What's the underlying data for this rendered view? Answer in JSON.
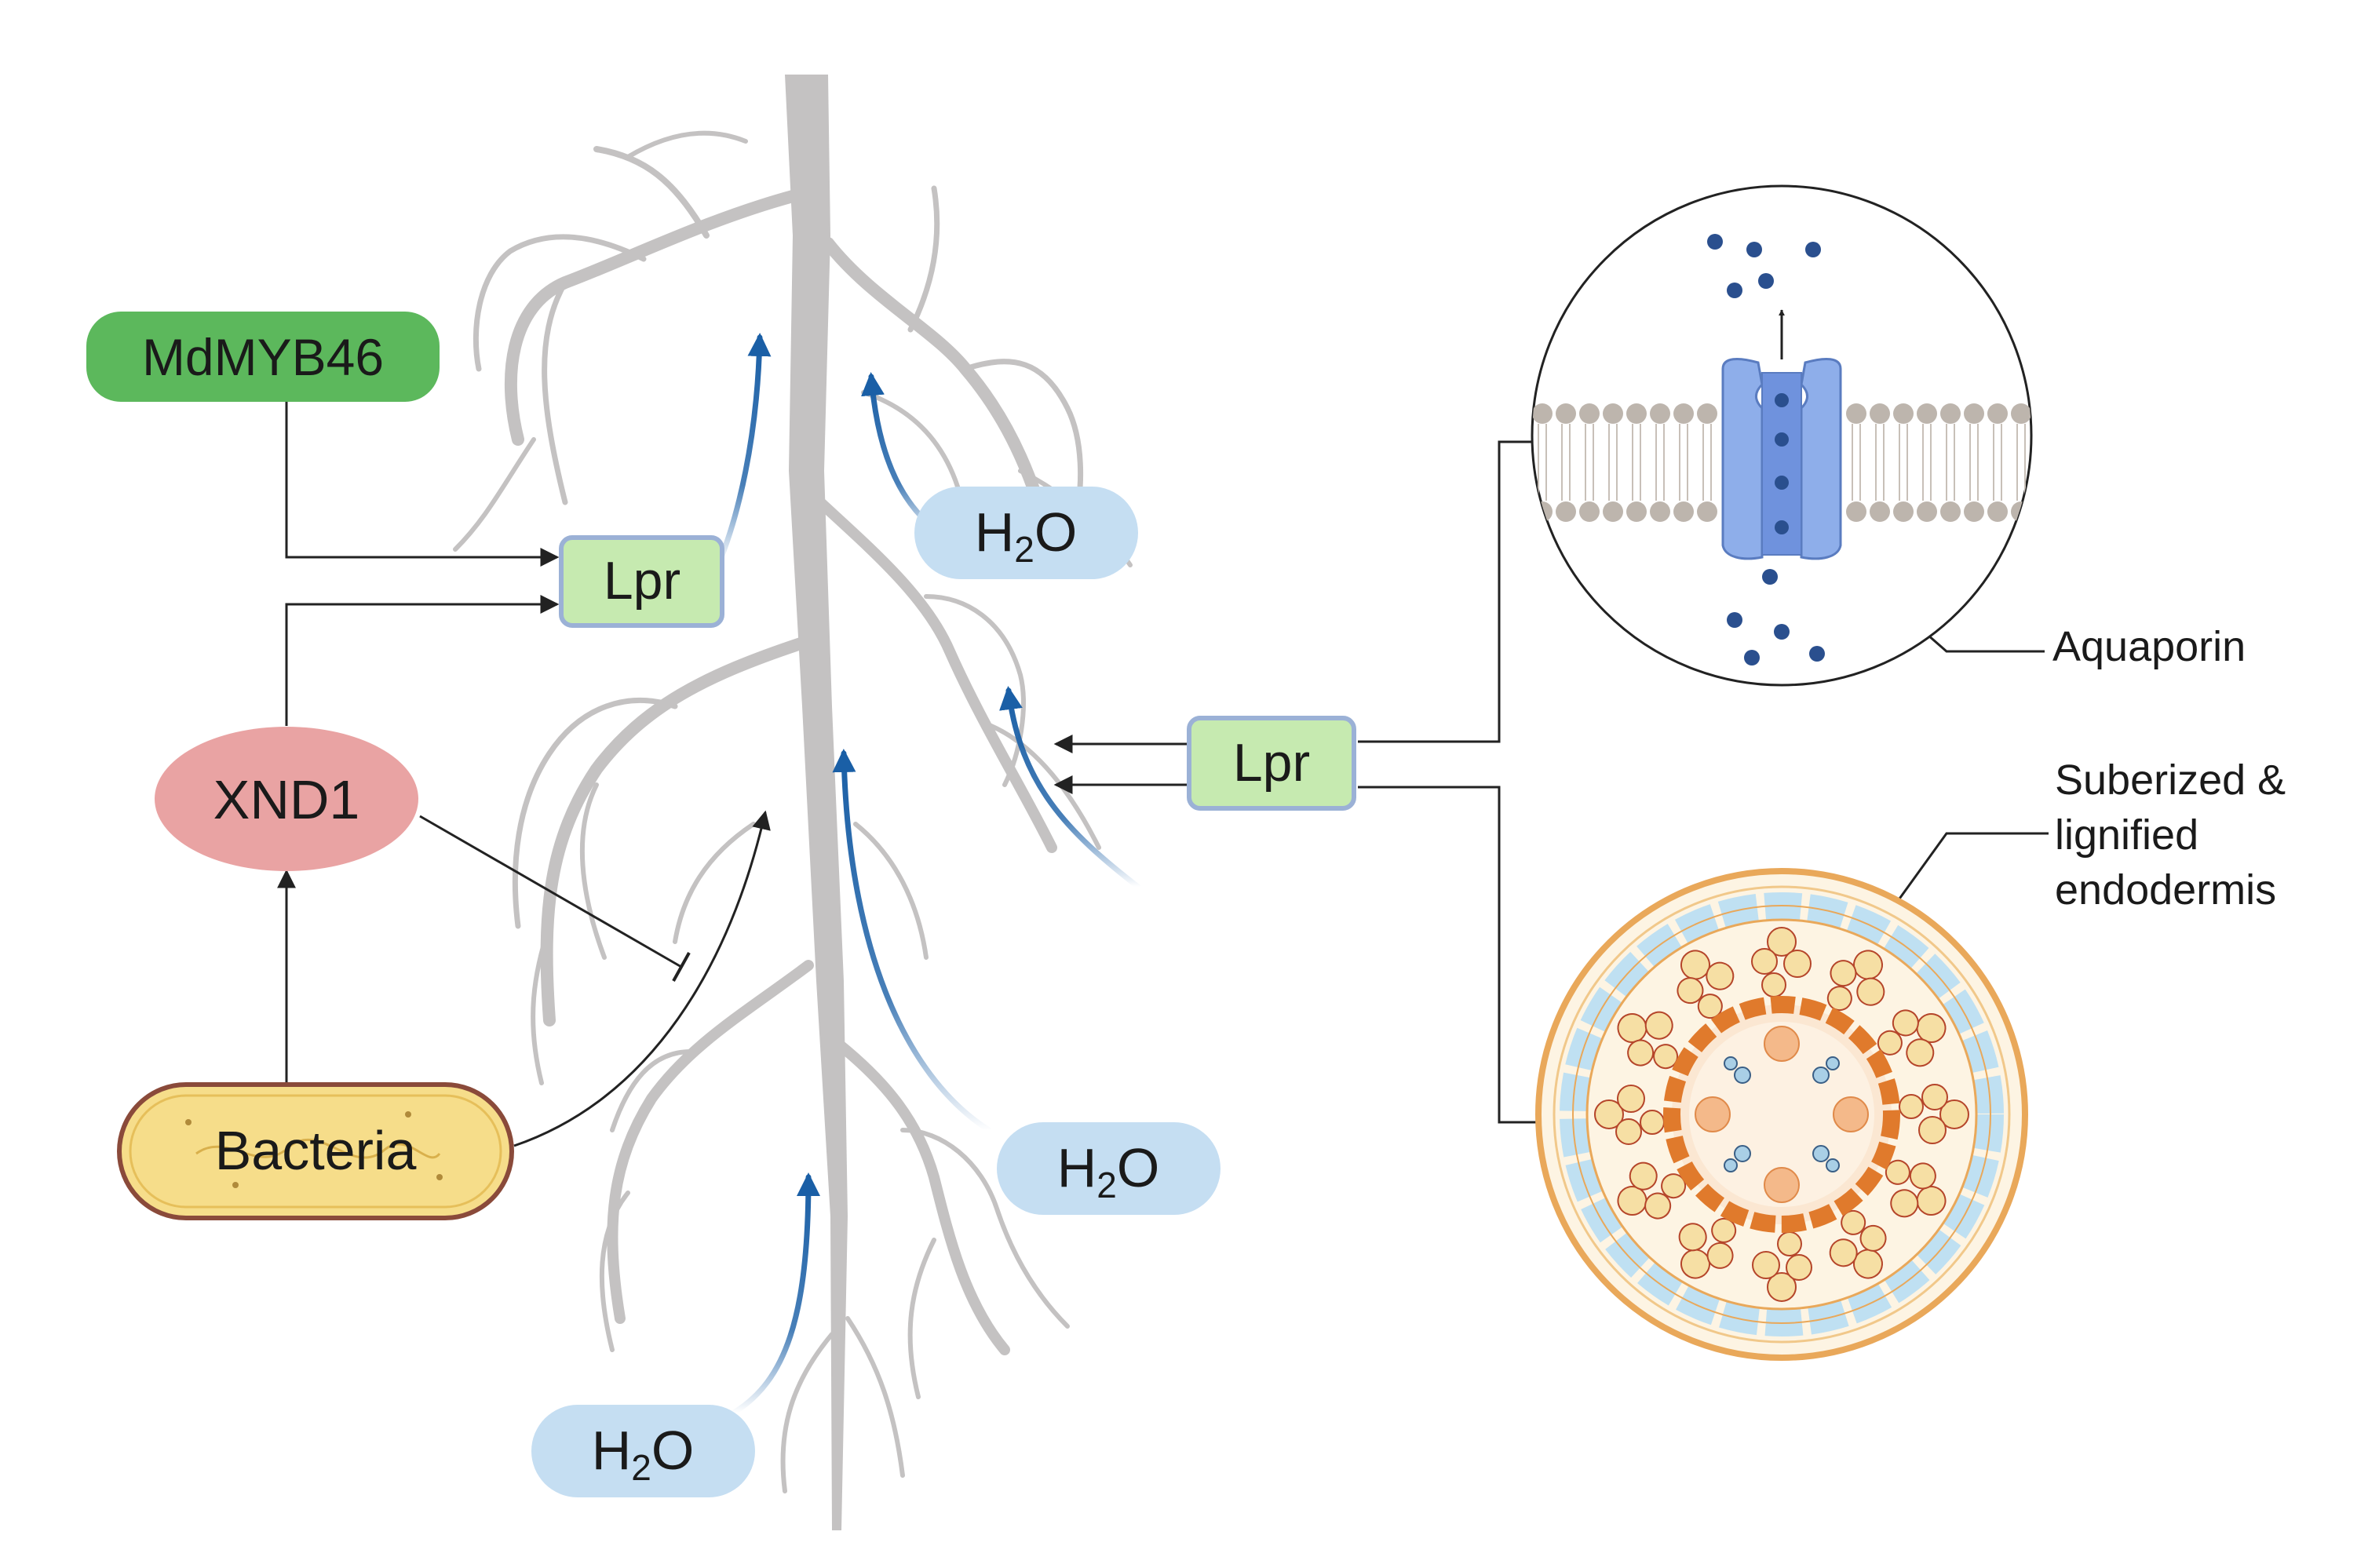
{
  "nodes": {
    "mdmyb46": "MdMYB46",
    "xnd1": "XND1",
    "bacteria": "Bacteria",
    "lpr_left": "Lpr",
    "lpr_right": "Lpr"
  },
  "water": {
    "label_main": "H",
    "subscript": "2",
    "label_tail": "O"
  },
  "callouts": {
    "aquaporin": "Aquaporin",
    "endodermis_line1": "Suberized &",
    "endodermis_line2": "lignified",
    "endodermis_line3": "endodermis"
  },
  "colors": {
    "root": "#c4c2c2",
    "flow_arrow": "#1a5fa6",
    "mdmyb46_fill": "#5cb85c",
    "xnd1_fill": "#e9a3a3",
    "bacteria_fill": "#f6dd8a",
    "lpr_fill": "#c6eab0",
    "water_fill": "#c5def2",
    "aquaporin_fill": "#8eaeea",
    "suberin_orange": "#e07a2c",
    "cortex_cell": "#f6dfa4",
    "epidermis_cell": "#bfe0f2"
  }
}
